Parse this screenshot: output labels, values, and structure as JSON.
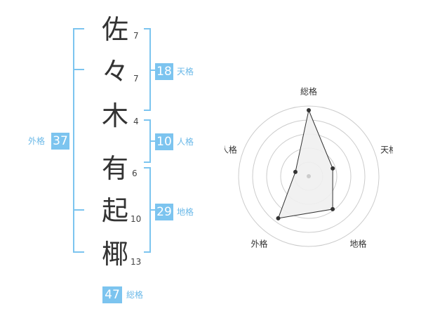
{
  "name": {
    "chars": [
      {
        "char": "佐",
        "strokes": "7"
      },
      {
        "char": "々",
        "strokes": "7"
      },
      {
        "char": "木",
        "strokes": "4"
      },
      {
        "char": "有",
        "strokes": "6"
      },
      {
        "char": "起",
        "strokes": "10"
      },
      {
        "char": "椰",
        "strokes": "13"
      }
    ]
  },
  "scores": {
    "tenkaku": {
      "value": "18",
      "label": "天格"
    },
    "jinkaku": {
      "value": "10",
      "label": "人格"
    },
    "chikaku": {
      "value": "29",
      "label": "地格"
    },
    "gaikaku": {
      "value": "37",
      "label": "外格"
    },
    "soukaku": {
      "value": "47",
      "label": "総格"
    }
  },
  "chart_data": {
    "type": "radar",
    "axes": [
      "総格",
      "天格",
      "地格",
      "外格",
      "人格"
    ],
    "values": [
      47,
      18,
      29,
      37,
      10
    ],
    "colors": {
      "accent": "#7cc4ef",
      "fill": "#f0f0f0",
      "line": "#333333",
      "grid": "#cccccc"
    }
  }
}
